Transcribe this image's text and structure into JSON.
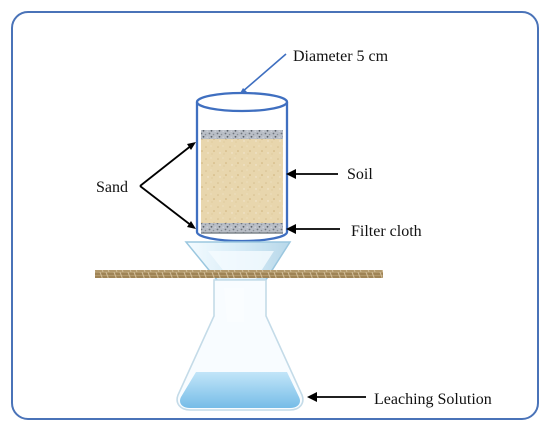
{
  "labels": {
    "diameter": "Diameter 5 cm",
    "sand": "Sand",
    "soil": "Soil",
    "filter_cloth": "Filter cloth",
    "leaching_solution": "Leaching Solution"
  },
  "colors": {
    "border": "#4a73b8",
    "column_outline": "#3f6fc0",
    "soil": "#e8d6ad",
    "sand": "#9ea4ad",
    "funnel": "#b8d8ea",
    "liquid": "#9fd0ef",
    "shelf": "#b39a6d",
    "arrow": "#000000",
    "diameter_arrow": "#3f6fc0"
  },
  "icons": {
    "diameter_pointer": "arrow-icon",
    "sand_pointer": "arrow-icon",
    "soil_pointer": "arrow-icon",
    "filter_pointer": "arrow-icon",
    "solution_pointer": "arrow-icon"
  }
}
